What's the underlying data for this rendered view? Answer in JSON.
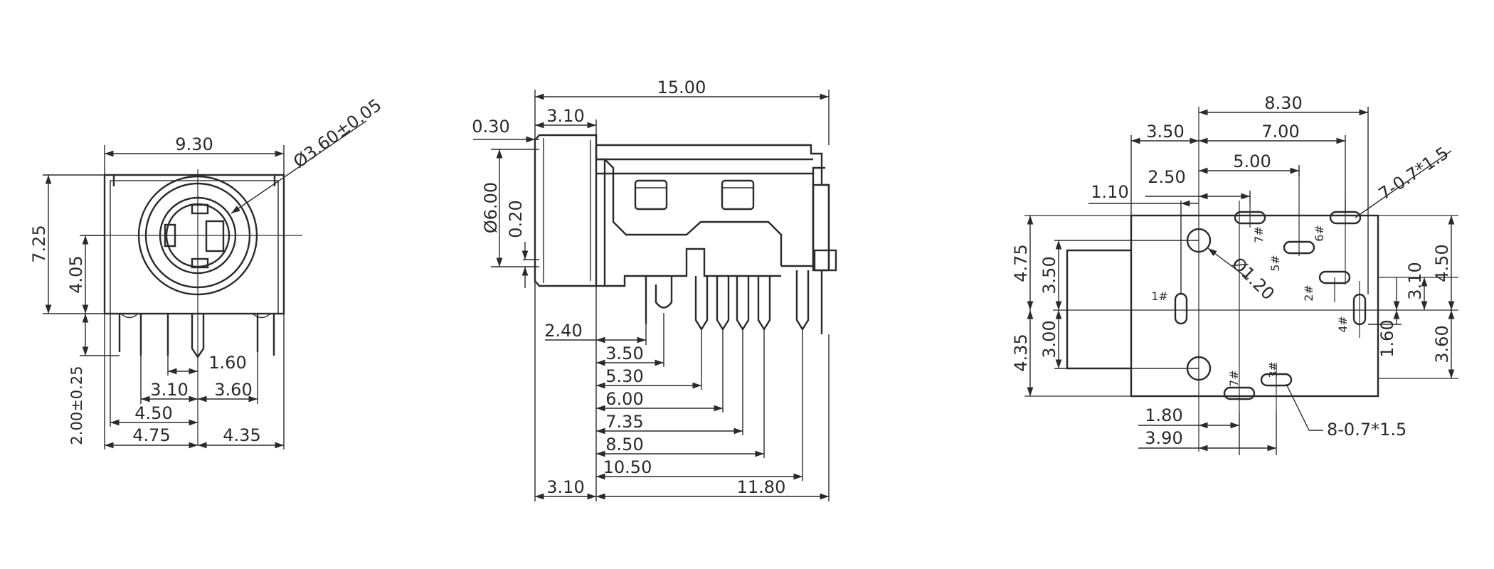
{
  "front_view": {
    "width": "9.30",
    "hole_dia": "Ø3.60±0.05",
    "height": "7.25",
    "center_height": "4.05",
    "pin_length": "2.00±0.25",
    "d160": "1.60",
    "d310": "3.10",
    "d360": "3.60",
    "d450": "4.50",
    "d475": "4.75",
    "d435": "4.35"
  },
  "side_view": {
    "length": "15.00",
    "d030": "0.30",
    "d310_top": "3.10",
    "dia600": "Ø6.00",
    "d020": "0.20",
    "d240": "2.40",
    "d350": "3.50",
    "d530": "5.30",
    "d600": "6.00",
    "d735": "7.35",
    "d850": "8.50",
    "d1050": "10.50",
    "d310_bottom": "3.10",
    "d1180": "11.80"
  },
  "pcb_view": {
    "d830": "8.30",
    "d350": "3.50",
    "d700": "7.00",
    "d500": "5.00",
    "d250": "2.50",
    "d110": "1.10",
    "slot_note_top": "7-0.7*1.5",
    "hole_dia": "Ø1.20",
    "left_475": "4.75",
    "left_350": "3.50",
    "left_300": "3.00",
    "left_435": "4.35",
    "right_450": "4.50",
    "right_310": "3.10",
    "right_160": "1.60",
    "right_360": "3.60",
    "d180": "1.80",
    "d390": "3.90",
    "slot_note_bottom": "8-0.7*1.5",
    "pins": [
      "1#",
      "2#",
      "3#",
      "4#",
      "5#",
      "6#",
      "7#",
      "7#"
    ]
  }
}
